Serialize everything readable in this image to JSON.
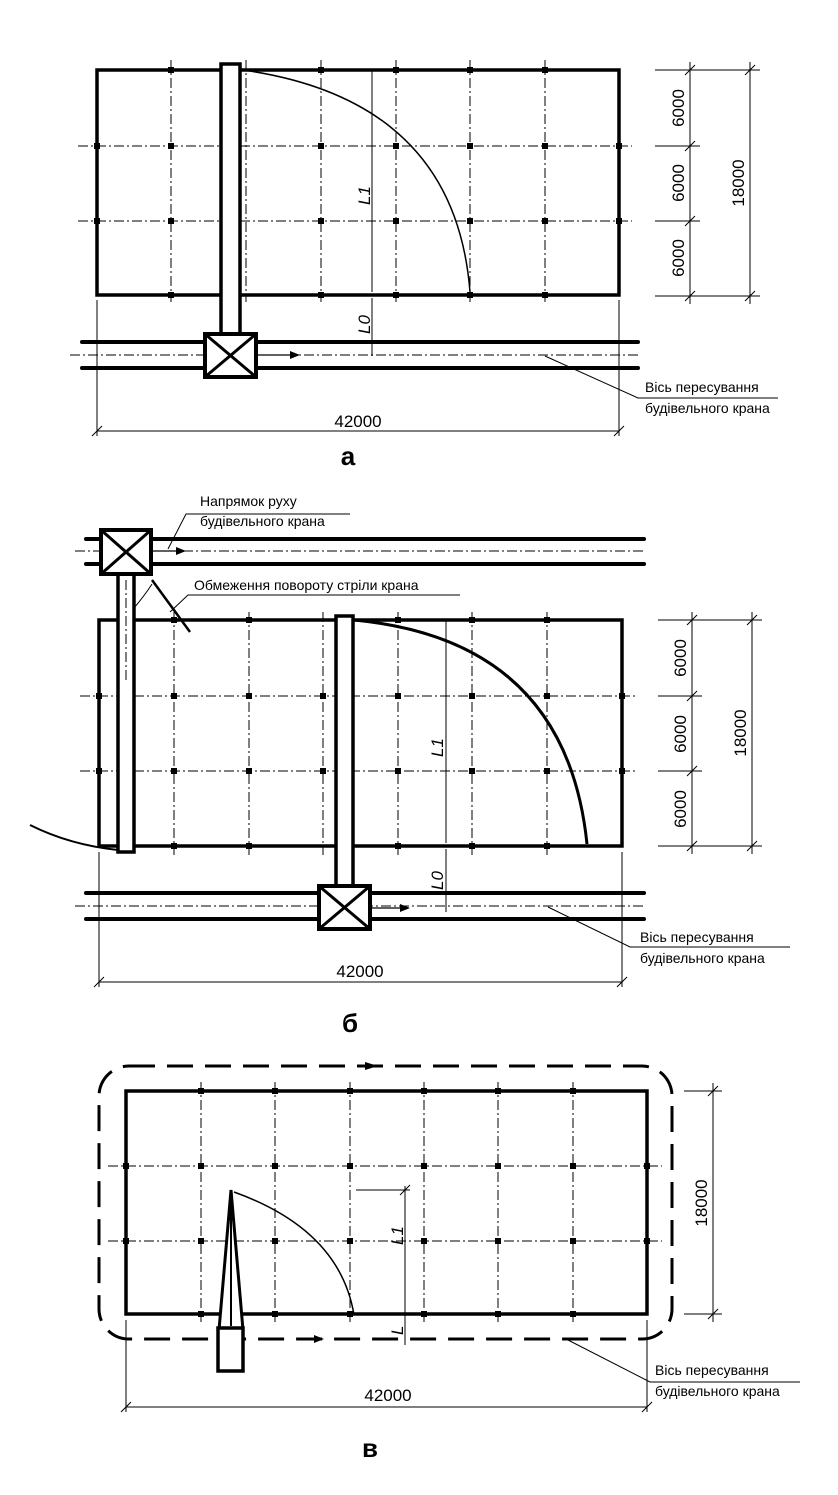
{
  "panels": [
    {
      "caption": "а",
      "label_L1": "L1",
      "label_L0": "L0",
      "dim_total_length": "42000",
      "dim_total_width": "18000",
      "bay_widths": [
        "6000",
        "6000",
        "6000"
      ],
      "axis_note": [
        "Вісь пересування",
        "будівельного крана"
      ]
    },
    {
      "caption": "б",
      "label_L1": "L1",
      "label_L0": "L0",
      "dim_total_length": "42000",
      "dim_total_width": "18000",
      "bay_widths": [
        "6000",
        "6000",
        "6000"
      ],
      "direction_note": [
        "Напрямок руху",
        "будівельного крана"
      ],
      "rotation_limit_note": "Обмеження повороту стріли крана",
      "axis_note": [
        "Вісь пересування",
        "будівельного крана"
      ]
    },
    {
      "caption": "в",
      "label_L1": "L1",
      "label_L": "L",
      "dim_total_length": "42000",
      "dim_total_width": "18000",
      "axis_note": [
        "Вісь пересування",
        "будівельного крана"
      ]
    }
  ]
}
